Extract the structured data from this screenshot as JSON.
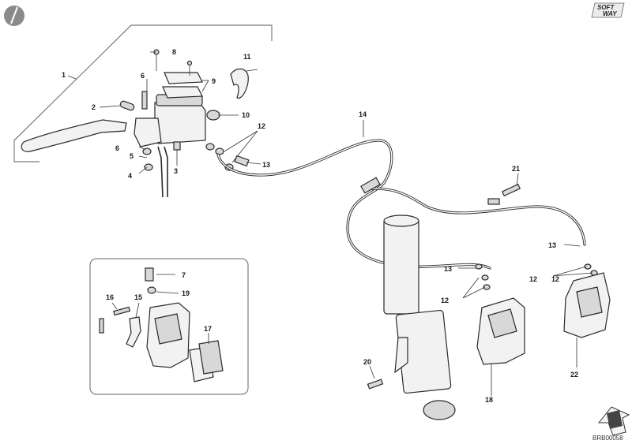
{
  "logo": {
    "line1": "SOFT",
    "line2": "WAY"
  },
  "drawing_code": "BRB00058",
  "parts": [
    {
      "num": "1"
    },
    {
      "num": "2"
    },
    {
      "num": "3"
    },
    {
      "num": "4"
    },
    {
      "num": "5"
    },
    {
      "num": "6"
    },
    {
      "num": "6"
    },
    {
      "num": "7"
    },
    {
      "num": "8"
    },
    {
      "num": "9"
    },
    {
      "num": "10"
    },
    {
      "num": "11"
    },
    {
      "num": "12"
    },
    {
      "num": "12"
    },
    {
      "num": "12"
    },
    {
      "num": "12"
    },
    {
      "num": "13"
    },
    {
      "num": "13"
    },
    {
      "num": "13"
    },
    {
      "num": "14"
    },
    {
      "num": "15"
    },
    {
      "num": "16"
    },
    {
      "num": "17"
    },
    {
      "num": "18"
    },
    {
      "num": "19"
    },
    {
      "num": "20"
    },
    {
      "num": "21"
    },
    {
      "num": "22"
    }
  ],
  "icons": {
    "top_left": "wrench-badge-icon",
    "bottom_right": "front-arrow-icon"
  }
}
